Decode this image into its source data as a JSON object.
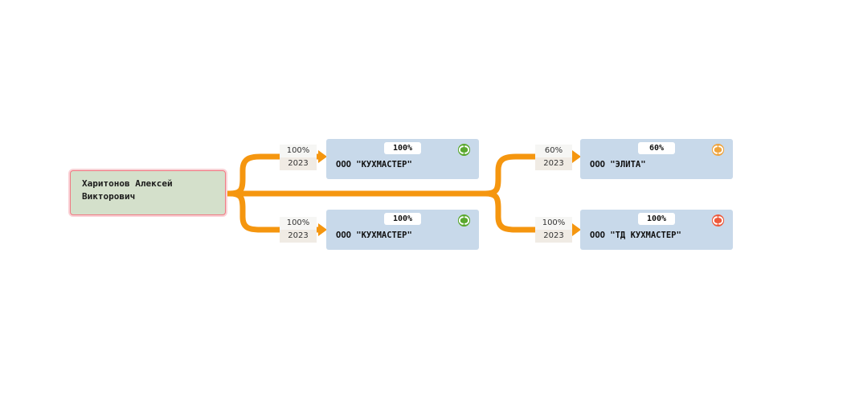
{
  "colors": {
    "connector": "#f5960f",
    "person_bg": "#d4e0cb",
    "person_border": "#f07a84",
    "company_bg": "#c8d9ea",
    "status_active": "#5aa82e",
    "status_warning": "#f0a43c",
    "status_inactive": "#ee5a3c"
  },
  "root": {
    "name": "Харитонов Алексей\nВикторович"
  },
  "links": [
    {
      "share": "100%",
      "year": "2023",
      "company": {
        "percent": "100%",
        "name": "ООО \"КУХМАСТЕР\"",
        "status": "active",
        "status_icon": "status-green-icon"
      }
    },
    {
      "share": "100%",
      "year": "2023",
      "company": {
        "percent": "100%",
        "name": "ООО \"КУХМАСТЕР\"",
        "status": "active",
        "status_icon": "status-green-icon"
      }
    },
    {
      "share": "60%",
      "year": "2023",
      "company": {
        "percent": "60%",
        "name": "ООО \"ЭЛИТА\"",
        "status": "warning",
        "status_icon": "status-orange-icon"
      }
    },
    {
      "share": "100%",
      "year": "2023",
      "company": {
        "percent": "100%",
        "name": "ООО \"ТД КУХМАСТЕР\"",
        "status": "inactive",
        "status_icon": "status-red-icon"
      }
    }
  ]
}
